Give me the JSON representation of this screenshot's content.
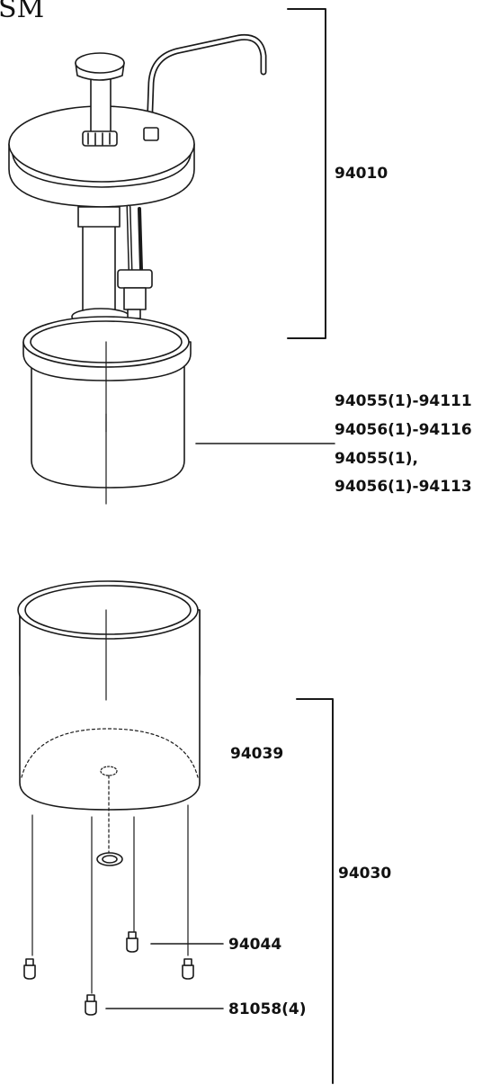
{
  "title": "SM",
  "parts": {
    "pump": "94010",
    "jar_lines": [
      "94055(1)-94111",
      "94056(1)-94116",
      "94055(1),",
      "94056(1)-94113"
    ],
    "base_group": "94030",
    "base": "94039",
    "foot": "94044",
    "feet": "81058(4)"
  },
  "colors": {
    "line": "#1a1a1a",
    "fill": "#ffffff"
  }
}
